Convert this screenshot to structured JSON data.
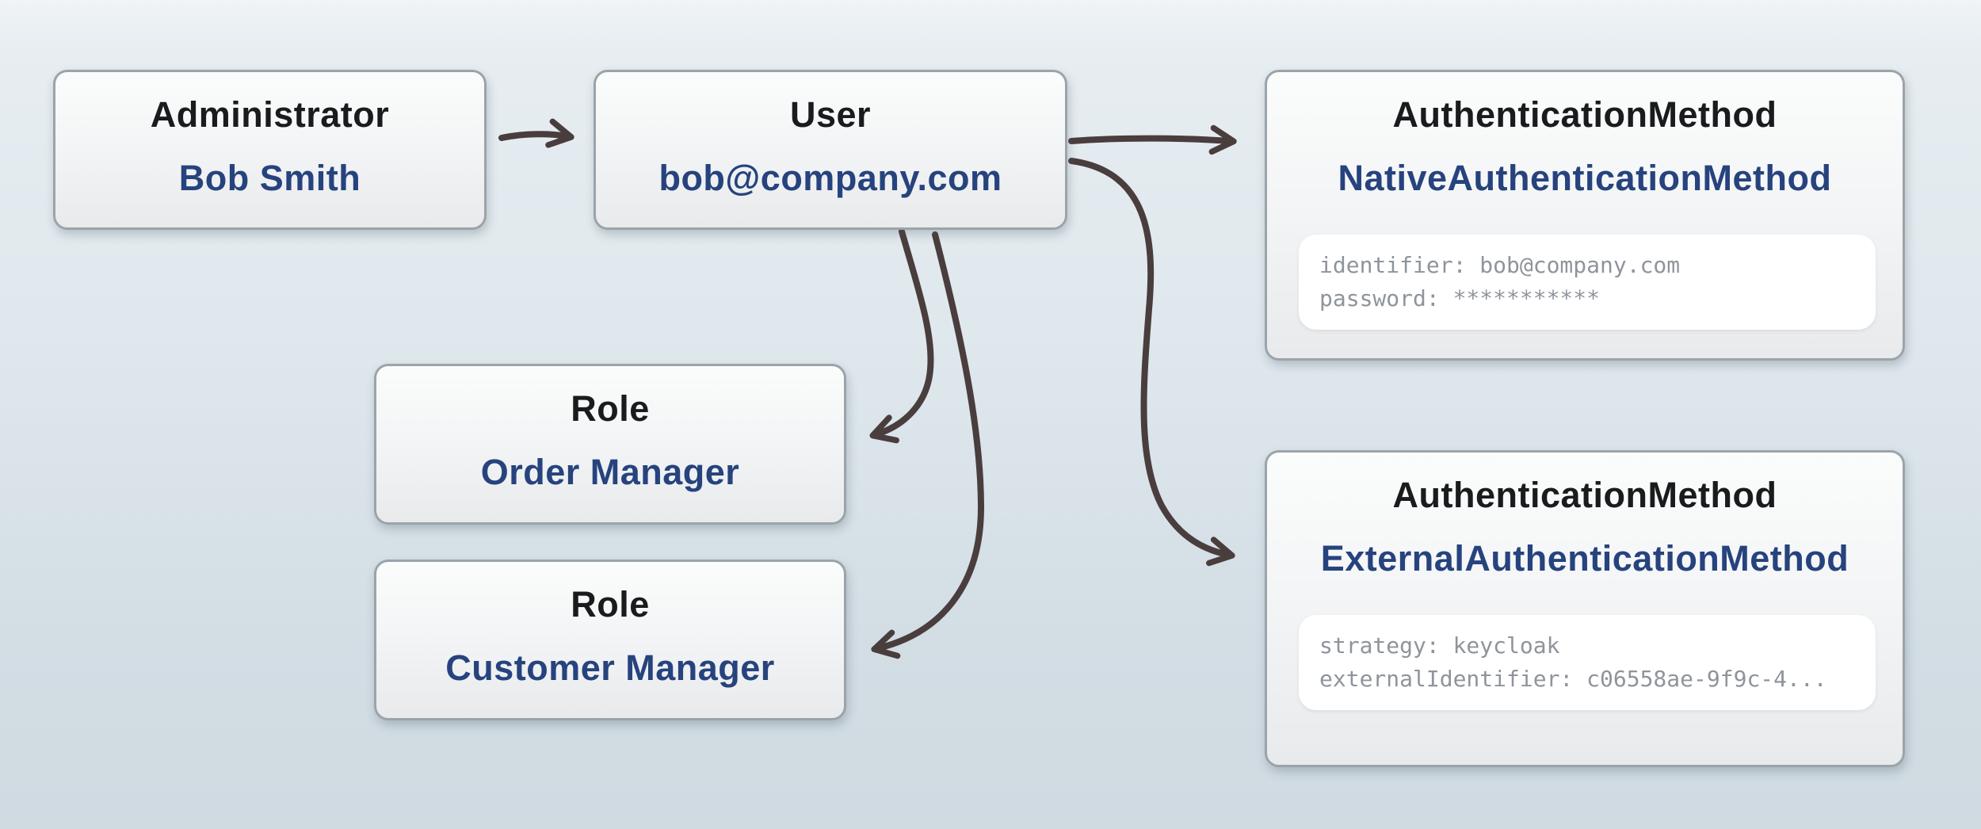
{
  "diagram": {
    "background": {
      "top_color": "#e7edf1",
      "bottom_color": "#cfdae1"
    },
    "colors": {
      "node_border": "#9aa4aa",
      "node_fill_top": "#fbfcfc",
      "node_fill_bottom": "#e8eaec",
      "type_text": "#1a1b1d",
      "instance_text": "#26437e",
      "attribute_text": "#8f949c",
      "attribute_panel_bg": "#ffffff",
      "edge": "#4a3d3d"
    },
    "nodes": [
      {
        "id": "administrator",
        "type": "Administrator",
        "instance": "Bob Smith"
      },
      {
        "id": "user",
        "type": "User",
        "instance": "bob@company.com"
      },
      {
        "id": "native-authentication-method",
        "type": "AuthenticationMethod",
        "instance": "NativeAuthenticationMethod",
        "attributes": [
          "identifier: bob@company.com",
          "password: ***********"
        ]
      },
      {
        "id": "external-authentication-method",
        "type": "AuthenticationMethod",
        "instance": "ExternalAuthenticationMethod",
        "attributes": [
          "strategy: keycloak",
          "externalIdentifier: c06558ae-9f9c-4..."
        ]
      },
      {
        "id": "role-order-manager",
        "type": "Role",
        "instance": "Order Manager"
      },
      {
        "id": "role-customer-manager",
        "type": "Role",
        "instance": "Customer Manager"
      }
    ],
    "edges": [
      {
        "from": "administrator",
        "to": "user"
      },
      {
        "from": "user",
        "to": "native-authentication-method"
      },
      {
        "from": "user",
        "to": "external-authentication-method"
      },
      {
        "from": "user",
        "to": "role-order-manager"
      },
      {
        "from": "user",
        "to": "role-customer-manager"
      }
    ]
  }
}
